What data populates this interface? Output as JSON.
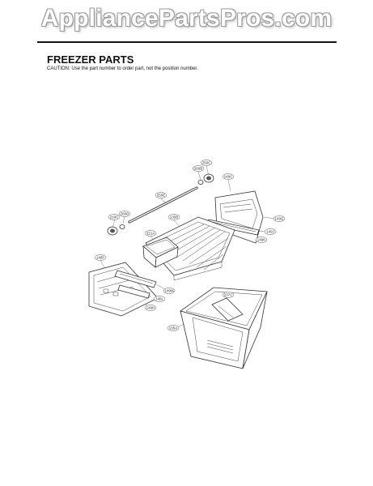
{
  "watermark": "AppliancePartsPros.com",
  "header": {
    "title": "FREEZER PARTS",
    "caution": "CAUTION: Use the part number to order part, not the position number."
  },
  "callouts": [
    {
      "id": "c250c",
      "label": "250C"
    },
    {
      "id": "c260b_top",
      "label": "260B"
    },
    {
      "id": "c149c",
      "label": "149C"
    },
    {
      "id": "c250e",
      "label": "250E"
    },
    {
      "id": "c149g",
      "label": "149G"
    },
    {
      "id": "c219c",
      "label": "219C"
    },
    {
      "id": "c260d",
      "label": "260D"
    },
    {
      "id": "c135b",
      "label": "135B"
    },
    {
      "id": "c149j_r",
      "label": "149J"
    },
    {
      "id": "c149k",
      "label": "149K"
    },
    {
      "id": "c321a",
      "label": "321A"
    },
    {
      "id": "c149f",
      "label": "149F"
    },
    {
      "id": "c149m",
      "label": "149M"
    },
    {
      "id": "c149l",
      "label": "149L"
    },
    {
      "id": "c149h",
      "label": "149H"
    },
    {
      "id": "c237c",
      "label": "237C"
    },
    {
      "id": "c135a",
      "label": "135A"
    }
  ]
}
